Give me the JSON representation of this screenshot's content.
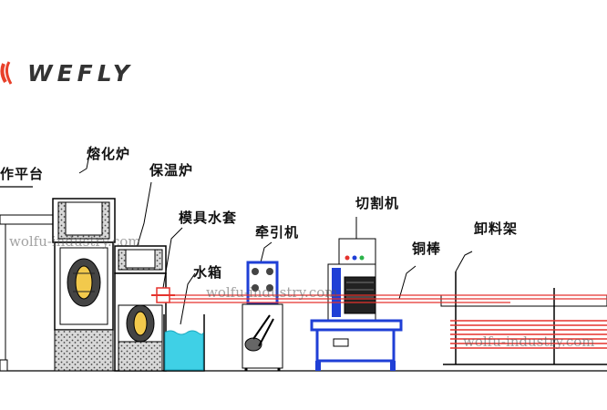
{
  "brand": {
    "name": "WEFLY",
    "logo_icon": "wefly-swoosh-logo-icon",
    "accent": "#e8402a"
  },
  "labels": {
    "platform": "作平台",
    "melting_furnace": "熔化炉",
    "holding_furnace": "保温炉",
    "mold_water_jacket": "模具水套",
    "water_tank": "水箱",
    "drawing_machine": "牵引机",
    "cutting_machine": "切割机",
    "copper_rod": "铜棒",
    "unloading_rack": "卸料架"
  },
  "watermarks": [
    "wolfu-industry.com",
    "wolfu-industry.com",
    "wolfu-industry.com"
  ],
  "colors": {
    "machine_blue": "#1f3fd6",
    "water": "#3fd0e6",
    "rod_red": "#e5322d",
    "line": "#000000"
  }
}
